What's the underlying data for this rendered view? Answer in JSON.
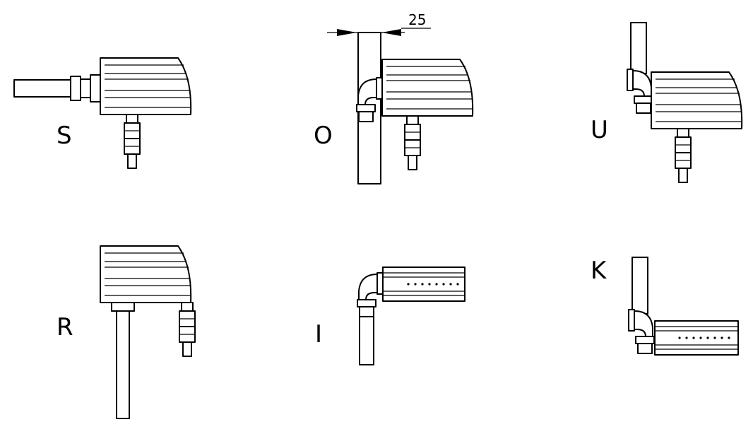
{
  "diagram": {
    "variants": [
      {
        "key": "S",
        "label": "S"
      },
      {
        "key": "O",
        "label": "O"
      },
      {
        "key": "U",
        "label": "U"
      },
      {
        "key": "R",
        "label": "R"
      },
      {
        "key": "I",
        "label": "I"
      },
      {
        "key": "K",
        "label": "K"
      }
    ],
    "dimension": {
      "value": "25"
    }
  }
}
